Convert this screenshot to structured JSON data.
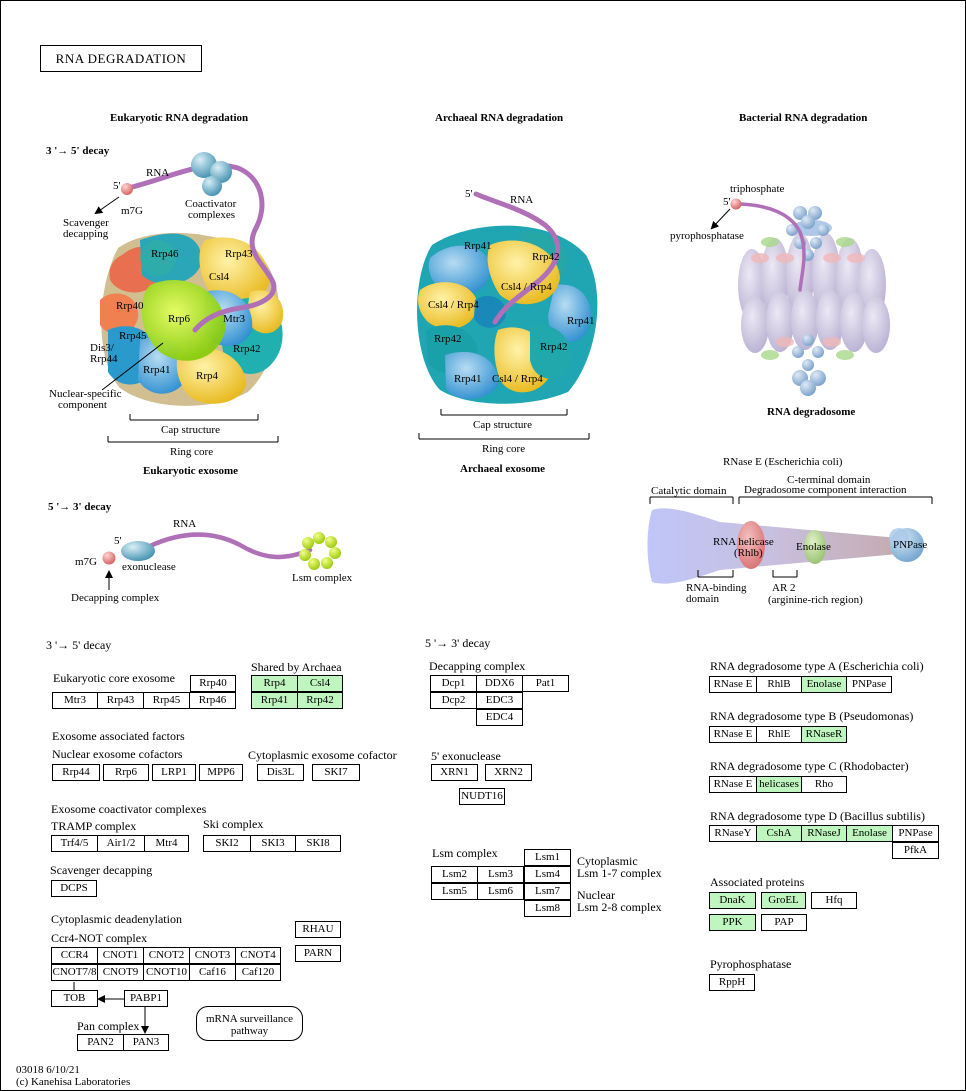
{
  "title": "RNA  DEGRADATION",
  "colors": {
    "gene_highlight": "#bff5bf",
    "rna_strand": "#b070b8",
    "cap": "#e88888"
  },
  "illus": {
    "euk": {
      "heading": "Eukaryotic RNA degradation",
      "decay35": "3 '→ 5' decay",
      "rna": "RNA",
      "five": "5'",
      "m7g": "m7G",
      "scavenger": "Scavenger",
      "decapping": "decapping",
      "coactivator": "Coactivator",
      "complexes": "complexes",
      "rrp46": "Rrp46",
      "rrp43": "Rrp43",
      "csl4": "Csl4",
      "rrp40": "Rrp40",
      "rrp6": "Rrp6",
      "mtr3": "Mtr3",
      "rrp45": "Rrp45",
      "dis3": "Dis3/",
      "rrp44": "Rrp44",
      "rrp42": "Rrp42",
      "rrp41": "Rrp41",
      "rrp4": "Rrp4",
      "nuclear": "Nuclear-specific",
      "component": "component",
      "cap": "Cap structure",
      "ring": "Ring core",
      "exosome": "Eukaryotic exosome"
    },
    "arch": {
      "heading": "Archaeal RNA degradation",
      "five": "5'",
      "rna": "RNA",
      "rrp41a": "Rrp41",
      "rrp42a": "Rrp42",
      "csl4a": "Csl4 / Rrp4",
      "csl4b": "Csl4 / Rrp4",
      "rrp41b": "Rrp41",
      "rrp42b": "Rrp42",
      "rrp42c": "Rrp42",
      "rrp41c": "Rrp41",
      "csl4c": "Csl4 / Rrp4",
      "cap": "Cap structure",
      "ring": "Ring core",
      "exosome": "Archaeal exosome"
    },
    "bact": {
      "heading": "Bacterial RNA degradation",
      "triphosphate": "triphosphate",
      "five": "5'",
      "pyro": "pyrophosphatase",
      "degradosome": "RNA degradosome",
      "rnase_e": "RNase E (Escherichia coli)",
      "cterm": "C-terminal domain",
      "dci": "Degradosome component interaction",
      "catalytic": "Catalytic domain",
      "helicase": "RNA helicase",
      "rhlb": "(Rhlb)",
      "enolase": "Enolase",
      "pnpase": "PNPase",
      "rnabinding": "RNA-binding",
      "domain": "domain",
      "ar2": "AR 2",
      "argrich": "(arginine-rich region)"
    },
    "euk53": {
      "decay53": "5 '→ 3' decay",
      "rna": "RNA",
      "five": "5'",
      "m7g": "m7G",
      "exonuclease": "exonuclease",
      "lsm": "Lsm complex",
      "decapping": "Decapping complex"
    }
  },
  "labels": {
    "sec35": "3 '→ 5' decay",
    "euk_core": "Eukaryotic core exosome",
    "shared": "Shared by Archaea",
    "eaf": "Exosome associated factors",
    "nuc_cof": "Nuclear exosome cofactors",
    "cyto_cof": "Cytoplasmic exosome cofactor",
    "coact": "Exosome coactivator complexes",
    "tramp": "TRAMP complex",
    "ski": "Ski complex",
    "scav": "Scavenger decapping",
    "cyto_dead": "Cytoplasmic deadenylation",
    "ccr4": "Ccr4-NOT complex",
    "pan": "Pan complex",
    "mrna_surv1": "mRNA surveillance",
    "mrna_surv2": "pathway",
    "sec53": "5 '→ 3' decay",
    "decap_cx": "Decapping complex",
    "exo53": "5' exonuclease",
    "lsm_cx": "Lsm complex",
    "cyto_lsm1": "Cytoplasmic",
    "cyto_lsm2": "Lsm 1-7 complex",
    "nuc_lsm1": "Nuclear",
    "nuc_lsm2": "Lsm 2-8 complex",
    "degA": "RNA degradosome type A (Escherichia coli)",
    "degB": "RNA degradosome type B (Pseudomonas)",
    "degC": "RNA degradosome type C (Rhodobacter)",
    "degD": "RNA degradosome type D (Bacillus subtilis)",
    "assoc": "Associated proteins",
    "pyro": "Pyrophosphatase",
    "footer1": "03018 6/10/21",
    "footer2": "(c) Kanehisa Laboratories"
  },
  "genes": {
    "rrp40": "Rrp40",
    "mtr3": "Mtr3",
    "rrp43": "Rrp43",
    "rrp45": "Rrp45",
    "rrp46": "Rrp46",
    "rrp4": "Rrp4",
    "csl4": "Csl4",
    "rrp41": "Rrp41",
    "rrp42": "Rrp42",
    "rrp44": "Rrp44",
    "rrp6": "Rrp6",
    "lrp1": "LRP1",
    "mpp6": "MPP6",
    "dis3l": "Dis3L",
    "ski7": "SKI7",
    "trf45": "Trf4/5",
    "air12": "Air1/2",
    "mtr4": "Mtr4",
    "ski2": "SKI2",
    "ski3": "SKI3",
    "ski8": "SKI8",
    "dcps": "DCPS",
    "rhau": "RHAU",
    "parn": "PARN",
    "ccr4": "CCR4",
    "cnot1": "CNOT1",
    "cnot2": "CNOT2",
    "cnot3": "CNOT3",
    "cnot4": "CNOT4",
    "cnot78": "CNOT7/8",
    "cnot9": "CNOT9",
    "cnot10": "CNOT10",
    "caf16": "Caf16",
    "caf120": "Caf120",
    "tob": "TOB",
    "pabp1": "PABP1",
    "pan2": "PAN2",
    "pan3": "PAN3",
    "dcp1": "Dcp1",
    "ddx6": "DDX6",
    "pat1": "Pat1",
    "dcp2": "Dcp2",
    "edc3": "EDC3",
    "edc4": "EDC4",
    "xrn1": "XRN1",
    "xrn2": "XRN2",
    "nudt16": "NUDT16",
    "lsm1": "Lsm1",
    "lsm2": "Lsm2",
    "lsm3": "Lsm3",
    "lsm4": "Lsm4",
    "lsm5": "Lsm5",
    "lsm6": "Lsm6",
    "lsm7": "Lsm7",
    "lsm8": "Lsm8",
    "rnaseA": "RNase E",
    "rhlbA": "RhlB",
    "enolA": "Enolase",
    "pnpA": "PNPase",
    "rnaseB": "RNase E",
    "rhleB": "RhlE",
    "rnaserB": "RNaseR",
    "rnaseC": "RNase E",
    "helC": "helicases",
    "rhoC": "Rho",
    "rnaseyD": "RNaseY",
    "cshaD": "CshA",
    "rnasejD": "RNaseJ",
    "enolD": "Enolase",
    "pnpD": "PNPase",
    "pfkaD": "PfkA",
    "dnak": "DnaK",
    "groel": "GroEL",
    "hfq": "Hfq",
    "ppk": "PPK",
    "pap": "PAP",
    "rpph": "RppH"
  }
}
